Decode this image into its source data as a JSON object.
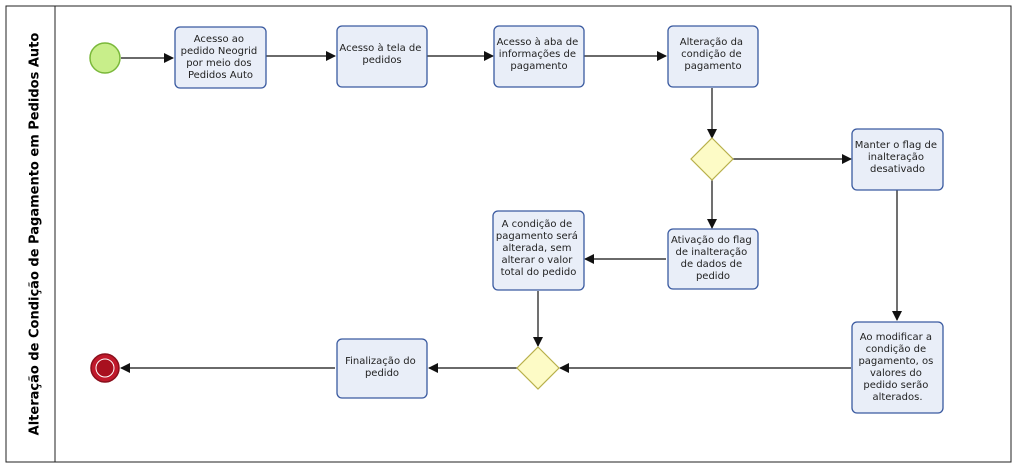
{
  "pool": {
    "title": "Alteração de Condição de Pagamento em Pedidos Auto"
  },
  "tasks": [
    {
      "id": "t1",
      "lines": [
        "Acesso ao",
        "pedido Neogrid",
        "por meio dos",
        "Pedidos Auto"
      ]
    },
    {
      "id": "t2",
      "lines": [
        "Acesso à tela de",
        "pedidos"
      ]
    },
    {
      "id": "t3",
      "lines": [
        "Acesso à aba de",
        "informações de",
        "pagamento"
      ]
    },
    {
      "id": "t4",
      "lines": [
        "Alteração da",
        "condição de",
        "pagamento"
      ]
    },
    {
      "id": "t5",
      "lines": [
        "Manter o flag de",
        "inalteração",
        "desativado"
      ]
    },
    {
      "id": "t6",
      "lines": [
        "Ativação do flag",
        "de inalteração",
        "de dados de",
        "pedido"
      ]
    },
    {
      "id": "t7",
      "lines": [
        "A condição de",
        "pagamento será",
        "alterada, sem",
        "alterar o valor",
        "total do pedido"
      ]
    },
    {
      "id": "t8",
      "lines": [
        "Ao modificar a",
        "condição de",
        "pagamento, os",
        "valores do",
        "pedido serão",
        "alterados."
      ]
    },
    {
      "id": "t9",
      "lines": [
        "Finalização do",
        "pedido"
      ]
    }
  ],
  "colors": {
    "task_fill": "#e9eef8",
    "task_stroke": "#3a5aa0",
    "start_fill": "#c8ee8a",
    "start_stroke": "#7ab83a",
    "end_fill": "#c0192b",
    "end_stroke": "#8a0f1c",
    "gateway_fill": "#fdfbc6",
    "gateway_stroke": "#b8b04a",
    "line": "#111111"
  }
}
